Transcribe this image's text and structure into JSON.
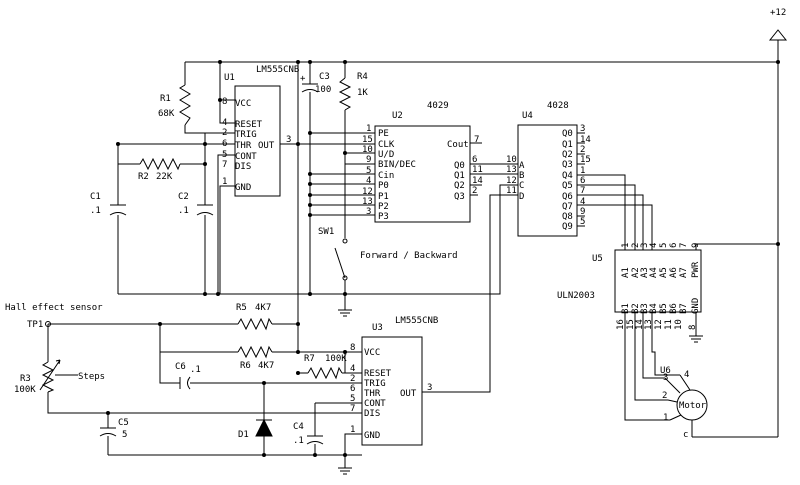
{
  "supply": {
    "label": "+12"
  },
  "components": {
    "u1": {
      "ref": "U1",
      "part": "LM555CNB",
      "pins": [
        {
          "num": "8",
          "name": "VCC"
        },
        {
          "num": "4",
          "name": "RESET"
        },
        {
          "num": "2",
          "name": "TRIG"
        },
        {
          "num": "6",
          "name": "THR"
        },
        {
          "num": "3",
          "name": "OUT"
        },
        {
          "num": "5",
          "name": "CONT"
        },
        {
          "num": "7",
          "name": "DIS"
        },
        {
          "num": "1",
          "name": "GND"
        }
      ]
    },
    "u3": {
      "ref": "U3",
      "part": "LM555CNB",
      "pins": [
        {
          "num": "8",
          "name": "VCC"
        },
        {
          "num": "4",
          "name": "RESET"
        },
        {
          "num": "2",
          "name": "TRIG"
        },
        {
          "num": "6",
          "name": "THR"
        },
        {
          "num": "3",
          "name": "OUT"
        },
        {
          "num": "5",
          "name": "CONT"
        },
        {
          "num": "7",
          "name": "DIS"
        },
        {
          "num": "1",
          "name": "GND"
        }
      ]
    },
    "u2": {
      "ref": "U2",
      "part": "4029",
      "left_pins": [
        {
          "num": "1",
          "name": "PE"
        },
        {
          "num": "15",
          "name": "CLK"
        },
        {
          "num": "10",
          "name": "U/D"
        },
        {
          "num": "9",
          "name": "BIN/DEC"
        },
        {
          "num": "5",
          "name": "Cin"
        },
        {
          "num": "4",
          "name": "P0"
        },
        {
          "num": "12",
          "name": "P1"
        },
        {
          "num": "13",
          "name": "P2"
        },
        {
          "num": "3",
          "name": "P3"
        }
      ],
      "right_pins": [
        {
          "num": "7",
          "name": "Cout"
        },
        {
          "num": "6",
          "name": "Q0"
        },
        {
          "num": "11",
          "name": "Q1"
        },
        {
          "num": "14",
          "name": "Q2"
        },
        {
          "num": "2",
          "name": "Q3"
        }
      ]
    },
    "u4": {
      "ref": "U4",
      "part": "4028",
      "left_pins": [
        {
          "num": "10",
          "name": "A"
        },
        {
          "num": "13",
          "name": "B"
        },
        {
          "num": "12",
          "name": "C"
        },
        {
          "num": "11",
          "name": "D"
        }
      ],
      "right_pins": [
        {
          "num": "3",
          "name": "Q0"
        },
        {
          "num": "14",
          "name": "Q1"
        },
        {
          "num": "2",
          "name": "Q2"
        },
        {
          "num": "15",
          "name": "Q3"
        },
        {
          "num": "1",
          "name": "Q4"
        },
        {
          "num": "6",
          "name": "Q5"
        },
        {
          "num": "7",
          "name": "Q6"
        },
        {
          "num": "4",
          "name": "Q7"
        },
        {
          "num": "9",
          "name": "Q8"
        },
        {
          "num": "5",
          "name": "Q9"
        }
      ]
    },
    "u5": {
      "ref": "U5",
      "part": "ULN2003",
      "top_pins": [
        {
          "num": "1",
          "name": "A1"
        },
        {
          "num": "2",
          "name": "A2"
        },
        {
          "num": "3",
          "name": "A3"
        },
        {
          "num": "4",
          "name": "A4"
        },
        {
          "num": "5",
          "name": "A5"
        },
        {
          "num": "6",
          "name": "A6"
        },
        {
          "num": "7",
          "name": "A7"
        },
        {
          "num": "9",
          "name": "PWR"
        }
      ],
      "bottom_pins": [
        {
          "num": "16",
          "name": "B1"
        },
        {
          "num": "15",
          "name": "B2"
        },
        {
          "num": "14",
          "name": "B3"
        },
        {
          "num": "13",
          "name": "B4"
        },
        {
          "num": "12",
          "name": "B5"
        },
        {
          "num": "11",
          "name": "B6"
        },
        {
          "num": "10",
          "name": "B7"
        },
        {
          "num": "8",
          "name": "GND"
        }
      ]
    },
    "r1": {
      "ref": "R1",
      "value": "68K"
    },
    "r2": {
      "ref": "R2",
      "value": "22K"
    },
    "r3": {
      "ref": "R3",
      "value": "100K"
    },
    "r4": {
      "ref": "R4",
      "value": "1K"
    },
    "r5": {
      "ref": "R5",
      "value": "4K7"
    },
    "r6": {
      "ref": "R6",
      "value": "4K7"
    },
    "r7": {
      "ref": "R7",
      "value": "100K"
    },
    "c1": {
      "ref": "C1",
      "value": ".1"
    },
    "c2": {
      "ref": "C2",
      "value": ".1"
    },
    "c3": {
      "ref": "C3",
      "value": "100"
    },
    "c4": {
      "ref": "C4",
      "value": ".1"
    },
    "c5": {
      "ref": "C5",
      "value": "5"
    },
    "c6": {
      "ref": "C6",
      "value": ".1"
    },
    "d1": {
      "ref": "D1"
    },
    "u6": {
      "ref": "U6",
      "name": "Motor",
      "pins": [
        "4",
        "2",
        "3",
        "1",
        "c"
      ]
    },
    "sw1": {
      "ref": "SW1",
      "label": "Forward / Backward"
    },
    "tp1": {
      "ref": "TP1",
      "label": "Hall effect sensor"
    },
    "steps": {
      "label": "Steps"
    }
  }
}
